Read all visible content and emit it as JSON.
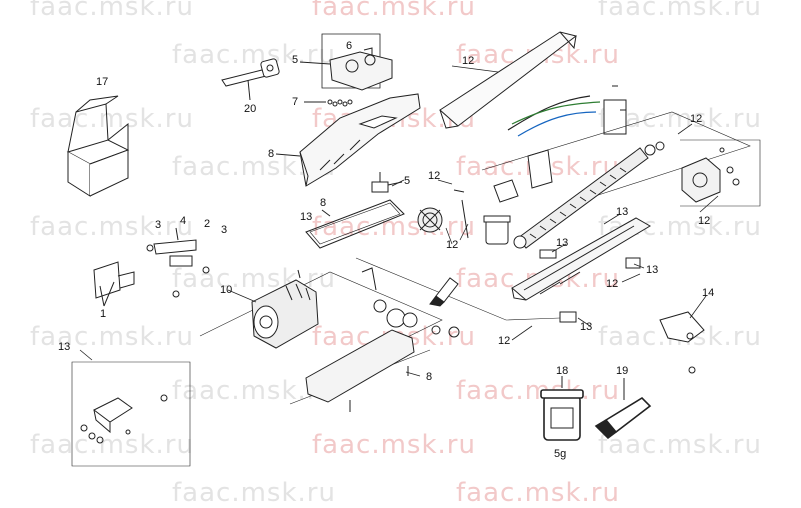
{
  "watermark": "faac.msk.ru",
  "callouts": {
    "c1": "1",
    "c2": "2",
    "c3a": "3",
    "c3b": "3",
    "c4": "4",
    "c5a": "5",
    "c5b": "5",
    "c6": "6",
    "c7": "7",
    "c8a": "8",
    "c8b": "8",
    "c8c": "8",
    "c10": "10",
    "c12a": "12",
    "c12b": "12",
    "c12c": "12",
    "c12d": "12",
    "c12e": "12",
    "c12f": "12",
    "c12g": "12",
    "c13a": "13",
    "c13b": "13",
    "c13c": "13",
    "c13d": "13",
    "c13e": "13",
    "c13f": "13",
    "c14": "14",
    "c17": "17",
    "c18": "18",
    "c19": "19",
    "c20": "20"
  },
  "grease_jar_label": "5g"
}
